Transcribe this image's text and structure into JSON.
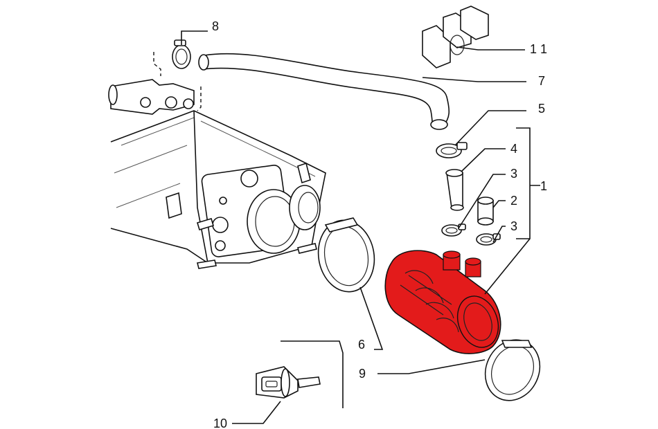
{
  "diagram": {
    "highlight_color": "#e31b1b",
    "callouts": [
      {
        "id": "1",
        "label": "1"
      },
      {
        "id": "2",
        "label": "2"
      },
      {
        "id": "3a",
        "label": "3"
      },
      {
        "id": "3b",
        "label": "3"
      },
      {
        "id": "4",
        "label": "4"
      },
      {
        "id": "5",
        "label": "5"
      },
      {
        "id": "6",
        "label": "6"
      },
      {
        "id": "7",
        "label": "7"
      },
      {
        "id": "8",
        "label": "8"
      },
      {
        "id": "9",
        "label": "9"
      },
      {
        "id": "10",
        "label": "10"
      },
      {
        "id": "11",
        "label": "1 1"
      }
    ]
  }
}
